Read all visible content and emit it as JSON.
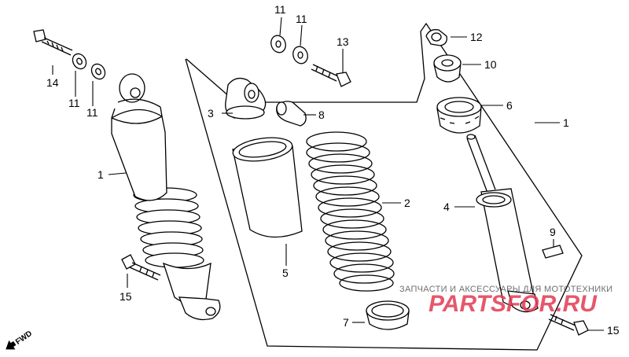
{
  "labels": {
    "p1_left": "1",
    "p1_right": "1",
    "p2": "2",
    "p3": "3",
    "p4": "4",
    "p5": "5",
    "p6": "6",
    "p7": "7",
    "p8": "8",
    "p9": "9",
    "p10": "10",
    "p11_a": "11",
    "p11_b": "11",
    "p11_c": "11",
    "p11_d": "11",
    "p12": "12",
    "p13": "13",
    "p14": "14",
    "p15_left": "15",
    "p15_right": "15"
  },
  "fwd_label": "FWD",
  "watermark": {
    "text": "ЗАПЧАСТИ И АКСЕССУАРЫ ДЛЯ МОТОТЕХНИКИ",
    "logo": "PARTSFOR.RU"
  },
  "colors": {
    "line": "#000000",
    "logo": "#e23a52",
    "fill": "#ffffff"
  }
}
